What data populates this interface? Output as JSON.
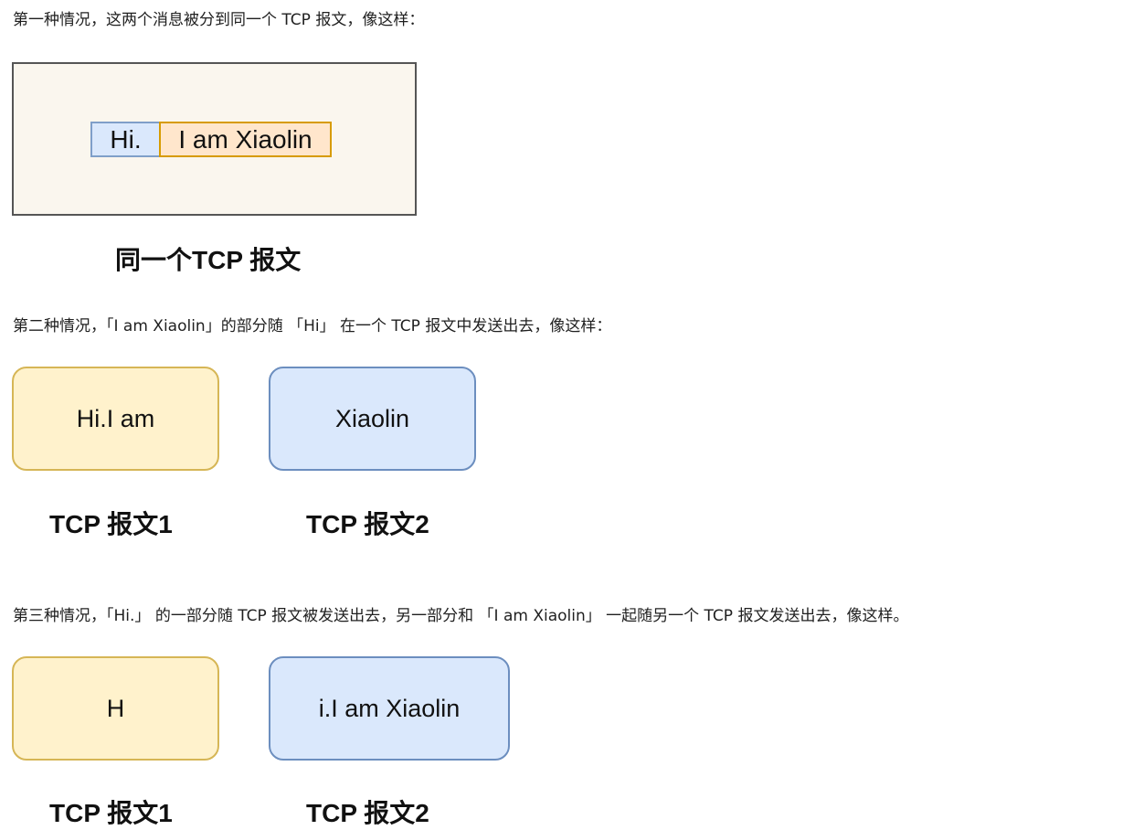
{
  "paragraphs": {
    "p1": "第一种情况，这两个消息被分到同一个 TCP 报文，像这样：",
    "p2": "第二种情况，「I am Xiaolin」的部分随 「Hi」 在一个 TCP 报文中发送出去，像这样：",
    "p3": "第三种情况，「Hi.」 的一部分随 TCP 报文被发送出去，另一部分和 「I am Xiaolin」 一起随另一个 TCP 报文发送出去，像这样。"
  },
  "figure1": {
    "segments": [
      "Hi.",
      "I am Xiaolin"
    ],
    "caption": "同一个TCP 报文"
  },
  "figure2": {
    "packets": [
      {
        "content": "Hi.I am",
        "caption": "TCP 报文1"
      },
      {
        "content": "Xiaolin",
        "caption": "TCP 报文2"
      }
    ]
  },
  "figure3": {
    "packets": [
      {
        "content": "H",
        "caption": "TCP 报文1"
      },
      {
        "content": "i.I am Xiaolin",
        "caption": "TCP 报文2"
      }
    ]
  },
  "colors": {
    "frame_bg": "#faf6ee",
    "blue_fill": "#dae8fc",
    "blue_border": "#6c8ebf",
    "orange_fill": "#ffe6cc",
    "orange_border": "#d79b00",
    "yellow_fill": "#fff2cc",
    "yellow_border": "#d6b656"
  }
}
